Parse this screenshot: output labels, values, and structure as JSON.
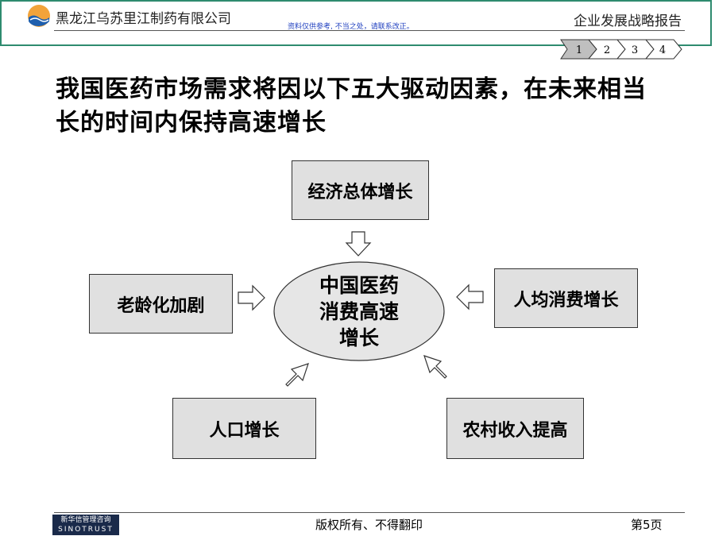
{
  "header": {
    "company": "黑龙江乌苏里江制药有限公司",
    "note": "资料仅供参考, 不当之处，请联系改正。",
    "report_title": "企业发展战略报告",
    "page_nav": [
      "1",
      "2",
      "3",
      "4"
    ],
    "active_page": "1",
    "accent_color": "#2e8b6f"
  },
  "slide": {
    "title": "我国医药市场需求将因以下五大驱动因素，在未来相当长的时间内保持高速增长",
    "center": "中国医药\n消费高速\n增长",
    "factors": {
      "economy": "经济总体增长",
      "aging": "老龄化加剧",
      "per_capita": "人均消费增长",
      "population": "人口增长",
      "rural": "农村收入提高"
    }
  },
  "footer": {
    "logo_cn": "新华信管理咨询",
    "logo_en": "SINOTRUST",
    "copyright": "版权所有、不得翻印",
    "page_number": "第5页"
  }
}
